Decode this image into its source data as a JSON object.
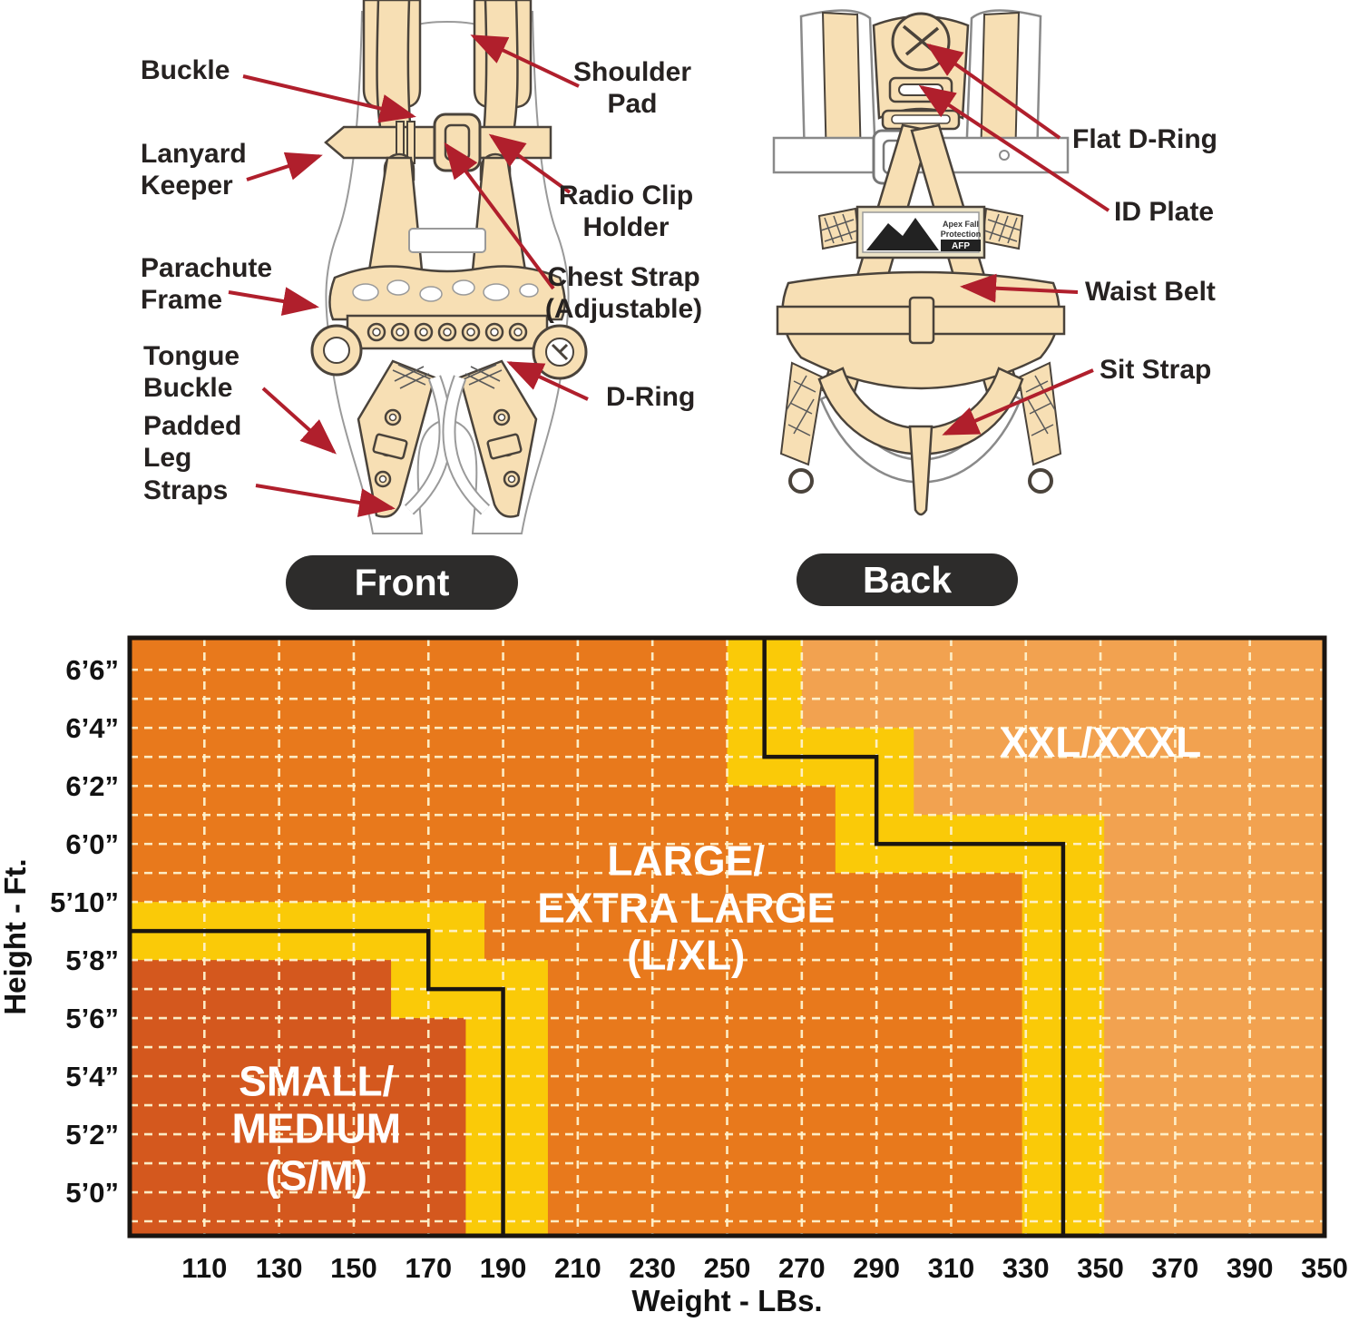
{
  "harness": {
    "front": {
      "button_label": "Front",
      "labels": [
        {
          "text": "Buckle"
        },
        {
          "text": "Lanyard\nKeeper"
        },
        {
          "text": "Parachute\nFrame"
        },
        {
          "text": "Tongue\nBuckle"
        },
        {
          "text": "Padded\nLeg\nStraps"
        },
        {
          "text": "Shoulder\nPad"
        },
        {
          "text": "Radio Clip\nHolder"
        },
        {
          "text": "Chest Strap\n(Adjustable)"
        },
        {
          "text": "D-Ring"
        }
      ]
    },
    "back": {
      "button_label": "Back",
      "labels": [
        {
          "text": "Flat D-Ring"
        },
        {
          "text": "ID Plate"
        },
        {
          "text": "Waist Belt"
        },
        {
          "text": "Sit Strap"
        }
      ],
      "id_plate_line1": "Apex Fall",
      "id_plate_line2": "Protection",
      "id_plate_badge": "AFP"
    }
  },
  "chart_data": {
    "type": "area",
    "title": "",
    "xlabel": "Weight - LBs.",
    "ylabel": "Height - Ft.",
    "xlim": [
      90,
      410
    ],
    "ylim": [
      58.5,
      79.1
    ],
    "grid": true,
    "x_ticks": [
      {
        "value": 110,
        "label": "110"
      },
      {
        "value": 130,
        "label": "130"
      },
      {
        "value": 150,
        "label": "150"
      },
      {
        "value": 170,
        "label": "170"
      },
      {
        "value": 190,
        "label": "190"
      },
      {
        "value": 210,
        "label": "210"
      },
      {
        "value": 230,
        "label": "230"
      },
      {
        "value": 250,
        "label": "250"
      },
      {
        "value": 270,
        "label": "270"
      },
      {
        "value": 290,
        "label": "290"
      },
      {
        "value": 310,
        "label": "310"
      },
      {
        "value": 330,
        "label": "330"
      },
      {
        "value": 350,
        "label": "350"
      },
      {
        "value": 370,
        "label": "370"
      },
      {
        "value": 390,
        "label": "390"
      },
      {
        "value": 410,
        "label": "350"
      }
    ],
    "y_ticks": [
      {
        "value": 60,
        "label": "5’0”"
      },
      {
        "value": 62,
        "label": "5’2”"
      },
      {
        "value": 64,
        "label": "5’4”"
      },
      {
        "value": 66,
        "label": "5’6”"
      },
      {
        "value": 68,
        "label": "5’8”"
      },
      {
        "value": 70,
        "label": "5’10”"
      },
      {
        "value": 72,
        "label": "6’0”"
      },
      {
        "value": 74,
        "label": "6’2”"
      },
      {
        "value": 76,
        "label": "6’4”"
      },
      {
        "value": 78,
        "label": "6’6”"
      }
    ],
    "grid_x_values": [
      110,
      130,
      150,
      170,
      190,
      210,
      230,
      250,
      270,
      290,
      310,
      330,
      350,
      370,
      390
    ],
    "grid_y_values": [
      59,
      60,
      61,
      62,
      63,
      64,
      65,
      66,
      67,
      68,
      69,
      70,
      71,
      72,
      73,
      74,
      75,
      76,
      77,
      78
    ],
    "colors": {
      "lxl_fill": "#E8791C",
      "xxl_fill": "#F2A250",
      "sm_fill": "#D4581E",
      "band_yellow": "#FACA08",
      "grid_line": "#FFF3CD",
      "boundary_line": "#1A1511",
      "border": "#1A1511"
    },
    "regions": [
      {
        "name": "lxl-background",
        "size": "L/XL",
        "color_key": "lxl_fill",
        "points": [
          [
            90,
            58.5
          ],
          [
            410,
            58.5
          ],
          [
            410,
            79.1
          ],
          [
            90,
            79.1
          ]
        ]
      },
      {
        "name": "xxl-yellow-band",
        "size": "XXL/XXXL transition",
        "color_key": "band_yellow",
        "points": [
          [
            250,
            79.1
          ],
          [
            250,
            74
          ],
          [
            279,
            74
          ],
          [
            279,
            71
          ],
          [
            329,
            71
          ],
          [
            329,
            58.5
          ],
          [
            410,
            58.5
          ],
          [
            410,
            79.1
          ]
        ]
      },
      {
        "name": "xxl-fill",
        "size": "XXL/XXXL",
        "color_key": "xxl_fill",
        "points": [
          [
            270,
            79.1
          ],
          [
            270,
            76
          ],
          [
            300,
            76
          ],
          [
            300,
            73
          ],
          [
            351,
            73
          ],
          [
            351,
            58.5
          ],
          [
            410,
            58.5
          ],
          [
            410,
            79.1
          ]
        ]
      },
      {
        "name": "sm-yellow-band",
        "size": "S/M transition",
        "color_key": "band_yellow",
        "points": [
          [
            90,
            70
          ],
          [
            185,
            70
          ],
          [
            185,
            68
          ],
          [
            202,
            68
          ],
          [
            202,
            58.5
          ],
          [
            90,
            58.5
          ]
        ]
      },
      {
        "name": "sm-fill",
        "size": "S/M",
        "color_key": "sm_fill",
        "points": [
          [
            90,
            68
          ],
          [
            160,
            68
          ],
          [
            160,
            66
          ],
          [
            180,
            66
          ],
          [
            180,
            58.5
          ],
          [
            90,
            58.5
          ]
        ]
      }
    ],
    "boundaries": [
      {
        "name": "sm-boundary",
        "max_weight_lbs": [
          [
            170,
            69
          ],
          [
            190,
            67
          ]
        ],
        "points": [
          [
            90,
            69
          ],
          [
            170,
            69
          ],
          [
            170,
            67
          ],
          [
            190,
            67
          ],
          [
            190,
            58.5
          ]
        ]
      },
      {
        "name": "xxl-boundary",
        "min_weight_lbs": [
          [
            260,
            75
          ],
          [
            290,
            72
          ],
          [
            340,
            72
          ]
        ],
        "points": [
          [
            260,
            79.1
          ],
          [
            260,
            75
          ],
          [
            290,
            75
          ],
          [
            290,
            72
          ],
          [
            340,
            72
          ],
          [
            340,
            58.5
          ]
        ]
      }
    ],
    "region_labels": [
      {
        "text": "SMALL/\nMEDIUM\n(S/M)",
        "x": 140,
        "y": 62.2
      },
      {
        "text": "LARGE/\nEXTRA LARGE\n(L/XL)",
        "x": 239,
        "y": 69.8
      },
      {
        "text": "XXL/XXXL",
        "x": 350,
        "y": 75.5
      }
    ]
  },
  "style_colors": {
    "arrow": "#B01F2C",
    "strap": "#F7DFB4"
  }
}
